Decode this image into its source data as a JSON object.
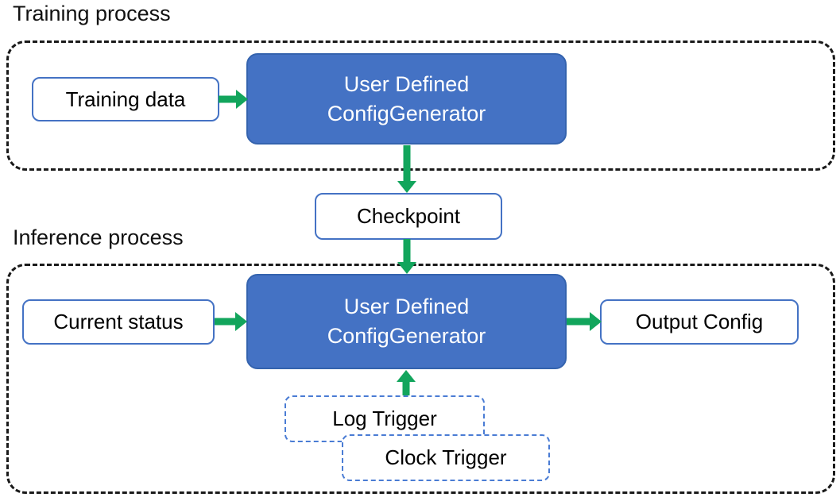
{
  "colors": {
    "node_fill": "#4472C4",
    "node_border": "#3463AE",
    "box_border": "#4472C4",
    "trigger_border": "#4A7CD4",
    "arrow_green": "#12A55C",
    "container_border": "#1A1A1A"
  },
  "generator": {
    "line1": "User Defined",
    "line2": "ConfigGenerator"
  },
  "training": {
    "section_label": "Training process",
    "input_box": "Training data"
  },
  "checkpoint": {
    "label": "Checkpoint"
  },
  "inference": {
    "section_label": "Inference process",
    "input_box": "Current status",
    "output_box": "Output Config",
    "triggers": [
      "Log Trigger",
      "Clock Trigger"
    ]
  }
}
